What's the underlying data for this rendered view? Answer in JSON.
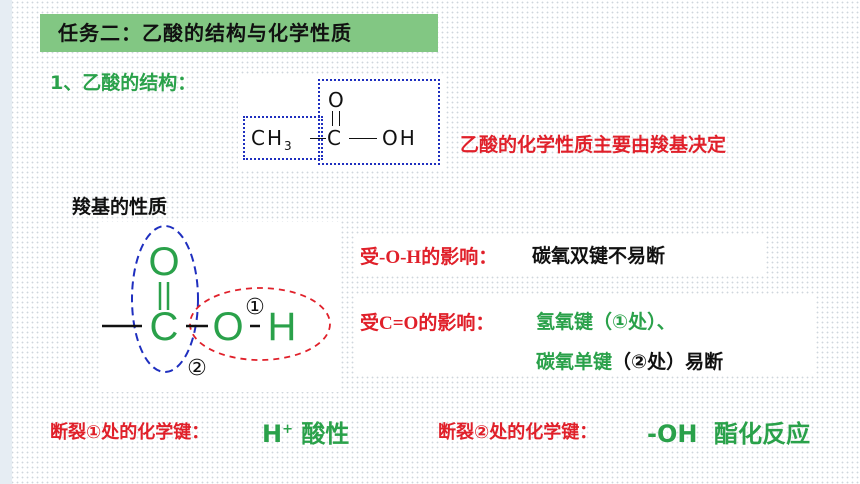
{
  "title": "任务二：乙酸的结构与化学性质",
  "section1": {
    "heading": "1、乙酸的结构：",
    "formula": {
      "ch": "CH",
      "sub": "3",
      "c": "C",
      "o": "O",
      "oh": "OH"
    }
  },
  "note_carboxyl": "乙酸的化学性质主要由羧基决定",
  "carboxyl_heading": "羧基的性质",
  "diagram": {
    "o_top": "O",
    "c": "C",
    "o": "O",
    "h": "H",
    "mark1": "①",
    "mark2": "②"
  },
  "effect_oh": {
    "label": "受-O-H的影响：",
    "text": "碳氧双键不易断"
  },
  "effect_co": {
    "label": "受C=O的影响：",
    "line1": "氢氧键（①处）、",
    "line2_green": "碳氧单键",
    "line2_black": "（②处）易断"
  },
  "break1": {
    "label": "断裂①处的化学键：",
    "product": "H",
    "sup": "+",
    "property": " 酸性"
  },
  "break2": {
    "label": "断裂②处的化学键：",
    "product": "-OH  酯化反应"
  },
  "colors": {
    "green": "#2aa14a",
    "red": "#e0202a",
    "title_bg": "#82c783",
    "dotted_blue": "#1f2fbf"
  }
}
